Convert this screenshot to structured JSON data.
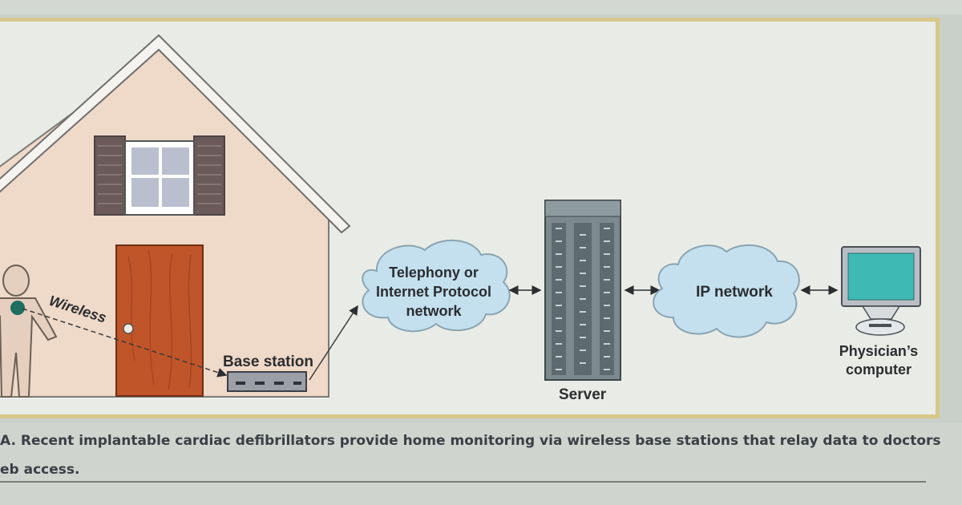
{
  "diagram": {
    "wireless_label": "Wireless",
    "base_station_label": "Base station",
    "telephony_cloud_lines": [
      "Telephony or",
      "Internet Protocol",
      "network"
    ],
    "server_label": "Server",
    "ip_network_label": "IP network",
    "physician_label_lines": [
      "Physician’s",
      "computer"
    ]
  },
  "caption": {
    "line1": "A. Recent implantable cardiac defibrillators provide home monitoring via wireless base stations that relay data to doctors",
    "line2": "eb access."
  },
  "colors": {
    "frame_border": "#d8c78a",
    "house_wall": "#efd9c8",
    "door": "#c0552a",
    "shutter": "#6a5a5a",
    "cloud": "#c4e0ef",
    "monitor_screen": "#3fb9b4",
    "server": "#7c8a90"
  }
}
